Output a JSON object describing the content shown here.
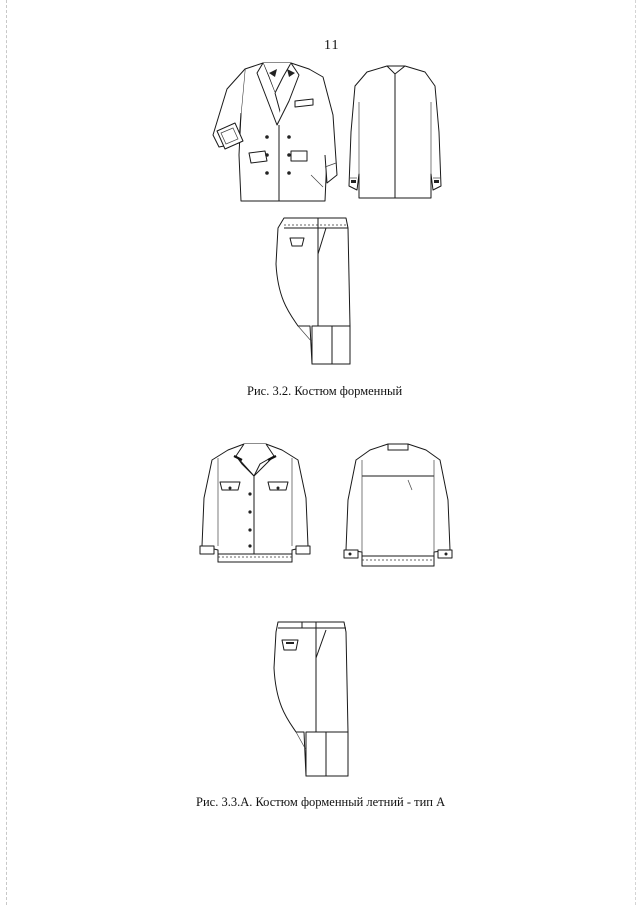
{
  "page_number": "11",
  "figures": [
    {
      "caption": "Рис. 3.2. Костюм форменный"
    },
    {
      "caption": "Рис. 3.3.А. Костюм форменный летний - тип А"
    }
  ]
}
